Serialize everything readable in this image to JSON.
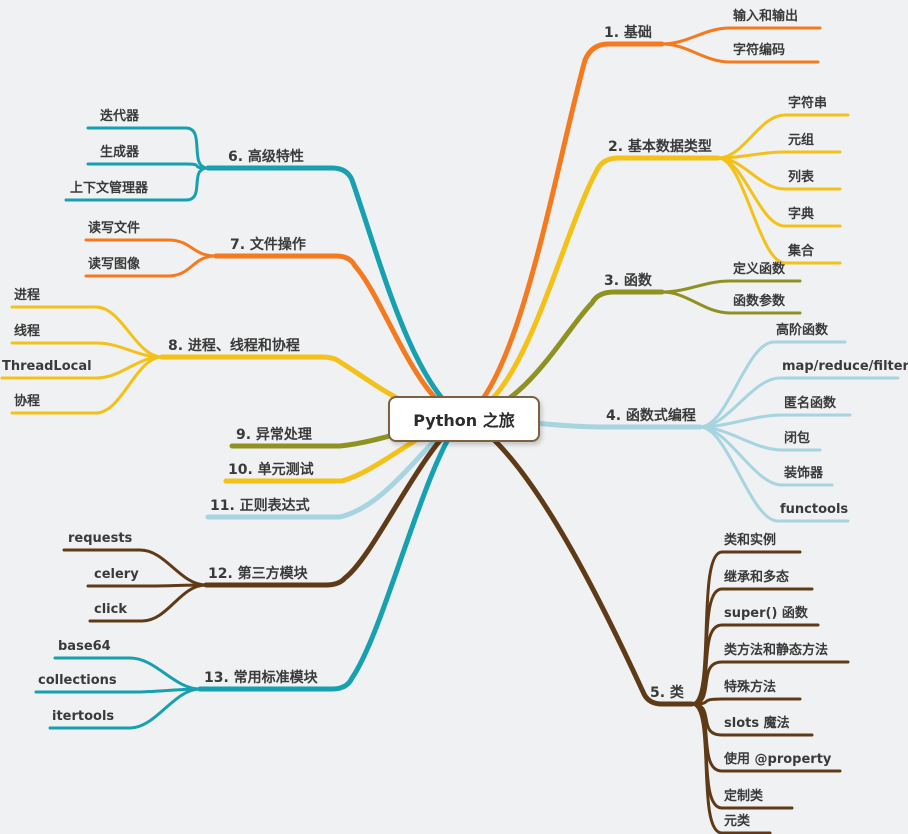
{
  "center": {
    "label": "Python 之旅"
  },
  "palette": {
    "orange": "#f5791f",
    "yellow": "#f3c118",
    "olive": "#8f9221",
    "teal": "#16a0b0",
    "lightblue": "#a6d4e1",
    "brown": "#5e3a17",
    "text": "#3a3a3a",
    "background": "#f0f1f2",
    "center_border": "#7d5f41"
  },
  "right": [
    {
      "label": "1. 基础",
      "color": "orange",
      "children": [
        "输入和输出",
        "字符编码"
      ]
    },
    {
      "label": "2. 基本数据类型",
      "color": "yellow",
      "children": [
        "字符串",
        "元组",
        "列表",
        "字典",
        "集合"
      ]
    },
    {
      "label": "3. 函数",
      "color": "olive",
      "children": [
        "定义函数",
        "函数参数"
      ]
    },
    {
      "label": "4. 函数式编程",
      "color": "lightblue",
      "children": [
        "高阶函数",
        "map/reduce/filter",
        "匿名函数",
        "闭包",
        "装饰器",
        "functools"
      ]
    },
    {
      "label": "5. 类",
      "color": "brown",
      "children": [
        "类和实例",
        "继承和多态",
        "super() 函数",
        "类方法和静态方法",
        "特殊方法",
        "slots 魔法",
        "使用 @property",
        "定制类",
        "元类"
      ]
    }
  ],
  "left": [
    {
      "label": "6. 高级特性",
      "color": "teal",
      "children": [
        "迭代器",
        "生成器",
        "上下文管理器"
      ]
    },
    {
      "label": "7. 文件操作",
      "color": "orange",
      "children": [
        "读写文件",
        "读写图像"
      ]
    },
    {
      "label": "8. 进程、线程和协程",
      "color": "yellow",
      "children": [
        "进程",
        "线程",
        "ThreadLocal",
        "协程"
      ]
    },
    {
      "label": "9. 异常处理",
      "color": "olive",
      "children": []
    },
    {
      "label": "10. 单元测试",
      "color": "yellow",
      "children": []
    },
    {
      "label": "11. 正则表达式",
      "color": "lightblue",
      "children": []
    },
    {
      "label": "12. 第三方模块",
      "color": "brown",
      "children": [
        "requests",
        "celery",
        "click"
      ]
    },
    {
      "label": "13. 常用标准模块",
      "color": "teal",
      "children": [
        "base64",
        "collections",
        "itertools"
      ]
    }
  ]
}
